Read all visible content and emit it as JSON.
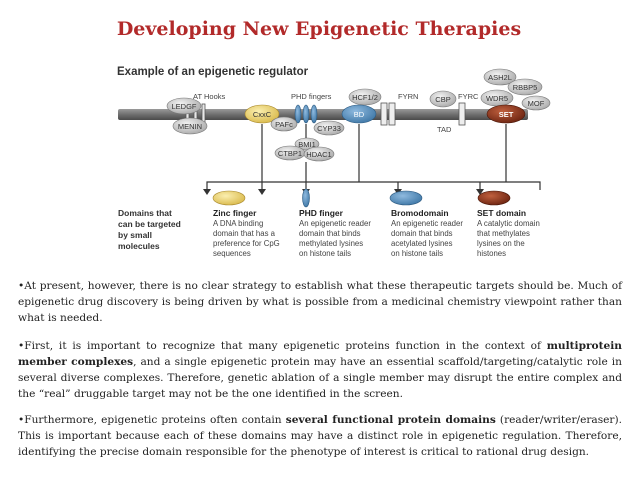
{
  "title": "Developing New Epigenetic Therapies",
  "figure": {
    "heading": "Example of an epigenetic regulator",
    "labels": {
      "at_hooks": "AT Hooks",
      "phd_fingers": "PHD fingers",
      "fyrn": "FYRN",
      "fyrc": "FYRC",
      "tad": "TAD"
    },
    "nodes": {
      "ledgf": "LEDGF",
      "menin": "MENIN",
      "cxxc": "CxxC",
      "pafc": "PAFc",
      "hcf12": "HCF1/2",
      "bd": "BD",
      "cyp33": "CYP33",
      "bmi1": "BMI1",
      "ctbp1": "CTBP1",
      "hdac1": "HDAC1",
      "cbp": "CBP",
      "ash2l": "ASH2L",
      "rbbp5": "RBBP5",
      "wdr5": "WDR5",
      "mof": "MOF",
      "set": "SET"
    },
    "targets_label": [
      "Domains that",
      "can be targeted",
      "by small",
      "molecules"
    ],
    "domains": [
      {
        "title": "Zinc finger",
        "lines": [
          "A DNA binding",
          "domain that has a",
          "preference for CpG",
          "sequences"
        ]
      },
      {
        "title": "PHD finger",
        "lines": [
          "An epigenetic reader",
          "domain that binds",
          "methylated lysines",
          "on histone tails"
        ]
      },
      {
        "title": "Bromodomain",
        "lines": [
          "An epigenetic reader",
          "domain that binds",
          "acetylated lysines",
          "on histone tails"
        ]
      },
      {
        "title": "SET domain",
        "lines": [
          "A catalytic domain",
          "that methylates",
          "lysines on the",
          "histones"
        ]
      }
    ]
  },
  "paragraphs": {
    "p1": "•At present, however, there is no clear strategy to establish what these therapeutic targets should be. Much of epigenetic drug discovery is being driven by what is possible from a medicinal chemistry viewpoint rather than what is needed.",
    "p2_a": "•First, it is important to recognize that many epigenetic proteins function in the context of ",
    "p2_b": "multiprotein member complexes",
    "p2_c": ", and a single epigenetic protein may have an essential scaffold/targeting/catalytic role in several diverse complexes. Therefore, genetic ablation of a single member may disrupt the entire complex and the “real” druggable target may not be the one identified in the screen.",
    "p3_a": "•Furthermore, epigenetic proteins often contain ",
    "p3_b": "several functional protein domains",
    "p3_c": " (reader/writer/eraser). This is important because each of these domains may have a distinct role in epigenetic regulation. Therefore, identifying the precise domain responsible for the phenotype of interest is critical to rational drug design."
  }
}
